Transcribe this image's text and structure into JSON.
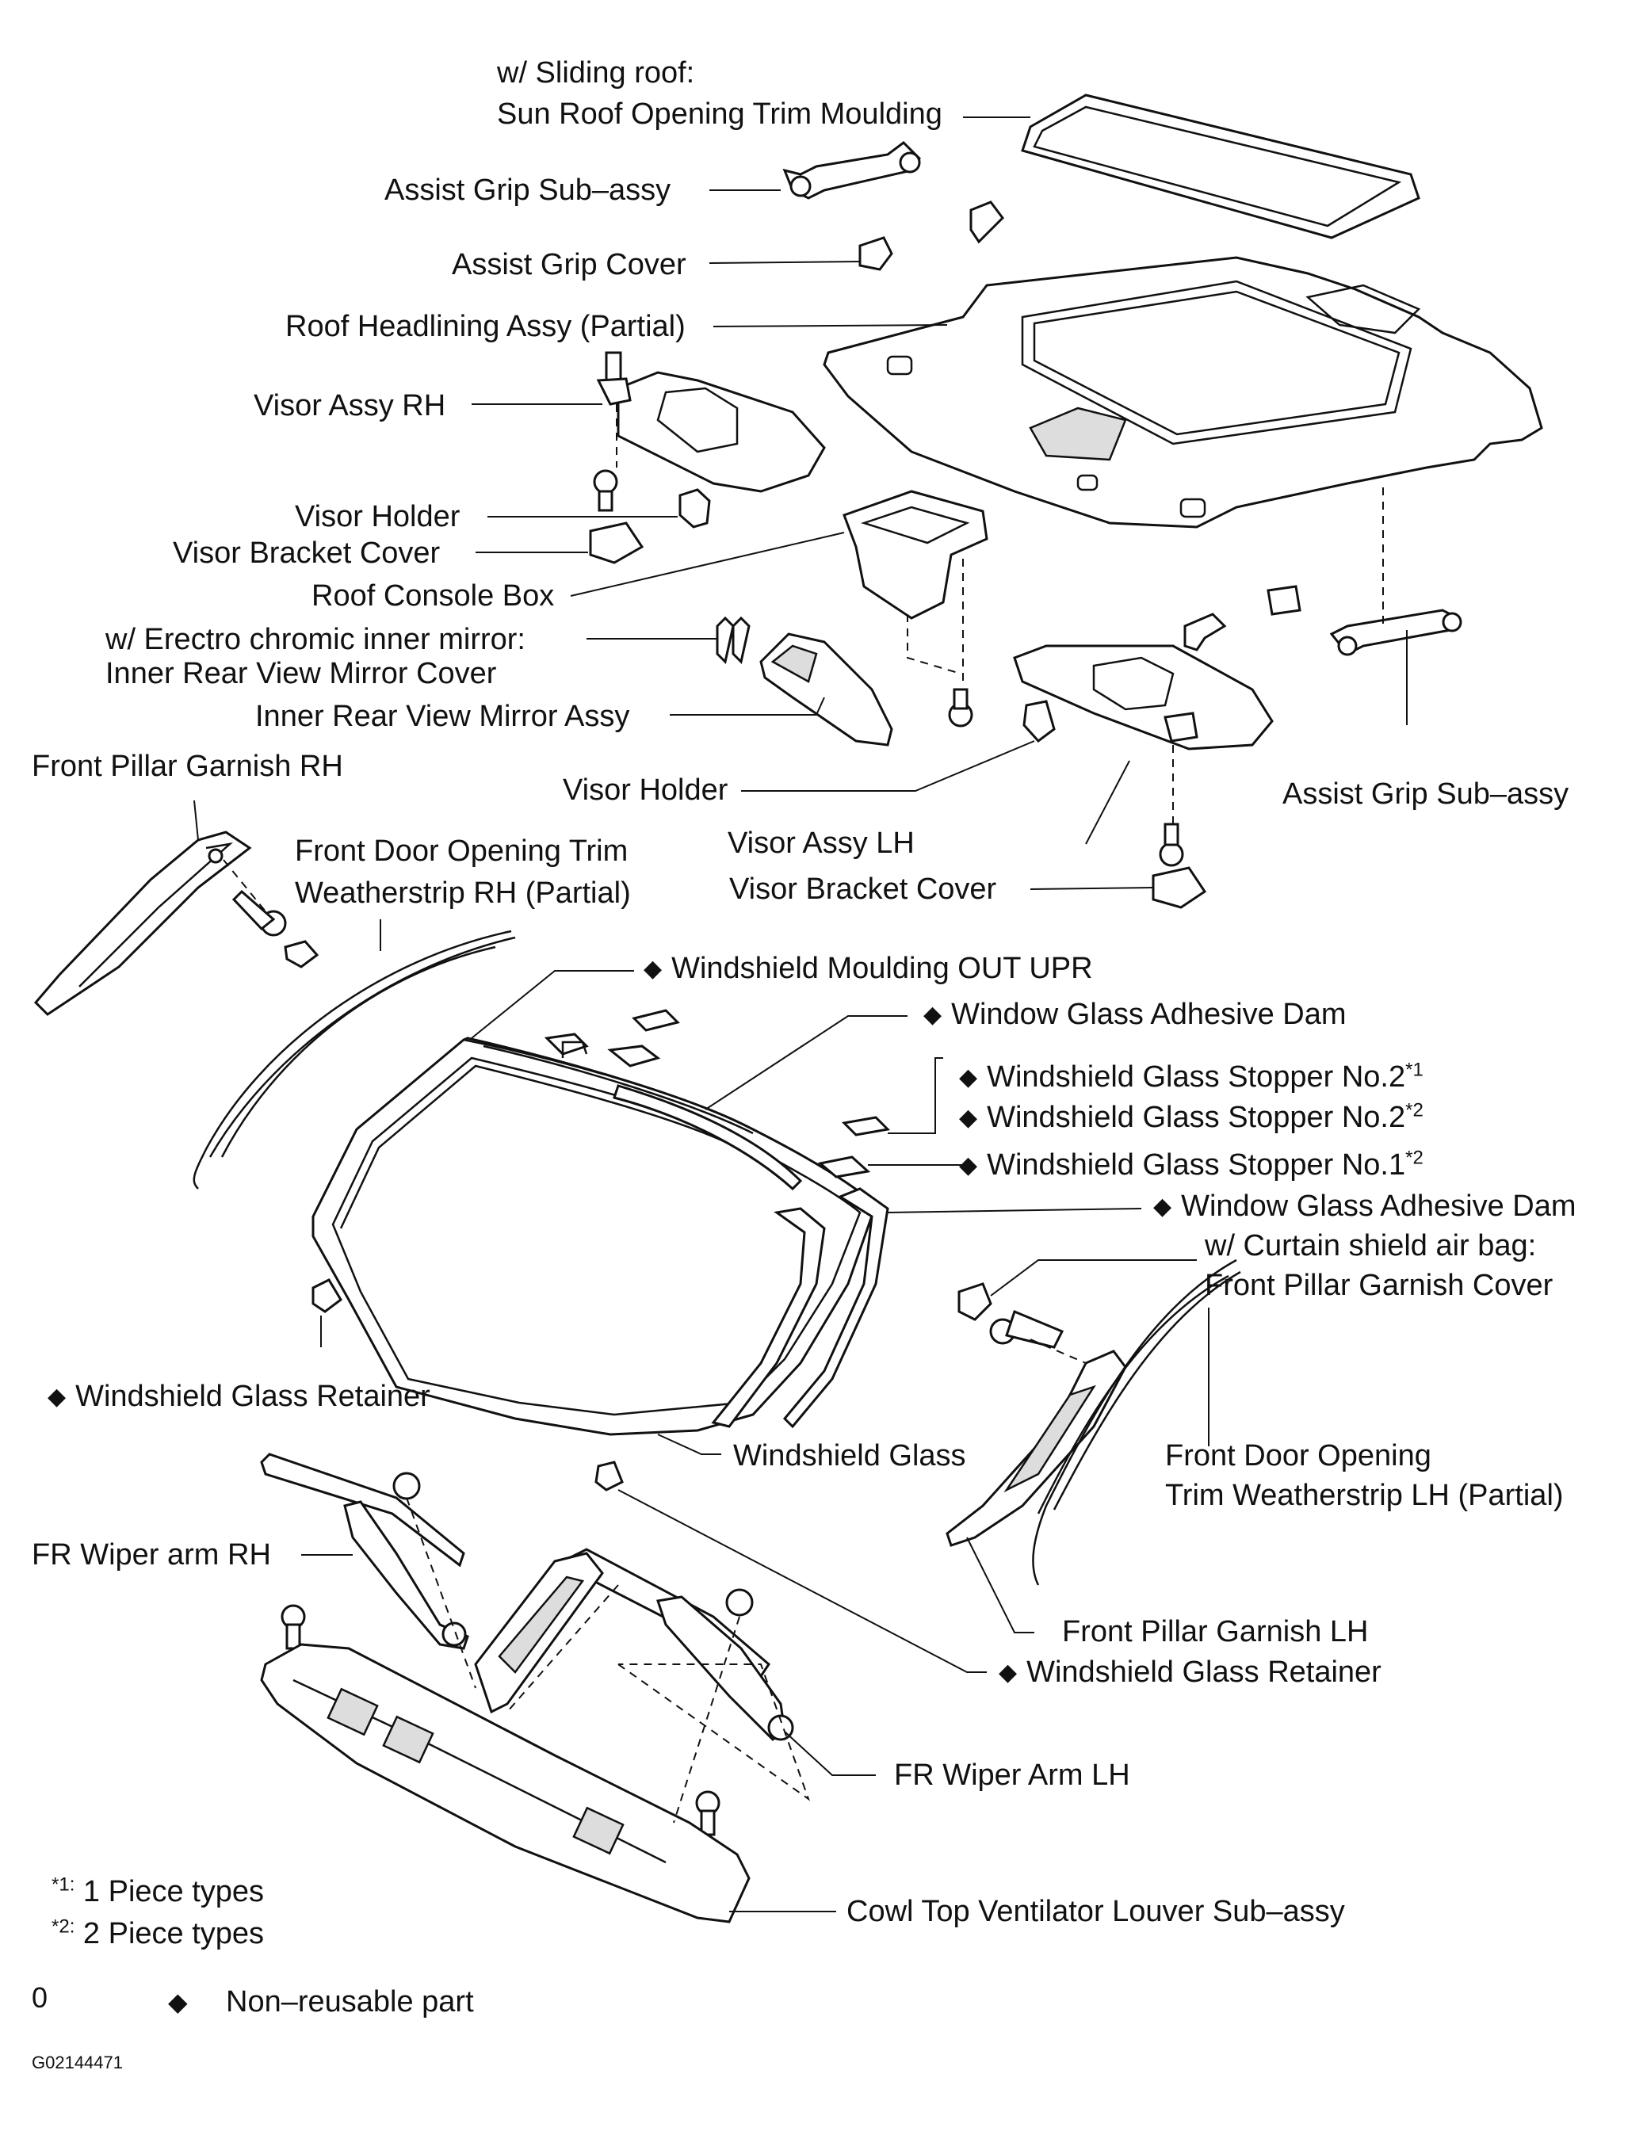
{
  "labels": {
    "sliding_roof_cond": "w/ Sliding roof:",
    "sun_roof_moulding": "Sun Roof Opening Trim Moulding",
    "assist_grip_top": "Assist Grip Sub–assy",
    "assist_grip_cover": "Assist Grip Cover",
    "roof_headlining": "Roof Headlining Assy (Partial)",
    "visor_rh": "Visor Assy RH",
    "visor_holder_top": "Visor Holder",
    "visor_bracket_cover_top": "Visor Bracket Cover",
    "roof_console_box": "Roof Console Box",
    "electro_cond": "w/ Erectro chromic inner mirror:",
    "inner_mirror_cover": "Inner Rear View Mirror Cover",
    "inner_mirror_assy": "Inner Rear View Mirror Assy",
    "front_pillar_rh": "Front Pillar Garnish RH",
    "visor_holder_mid": "Visor Holder",
    "assist_grip_right": "Assist Grip Sub–assy",
    "door_weatherstrip_rh_1": "Front Door Opening Trim",
    "door_weatherstrip_rh_2": "Weatherstrip RH (Partial)",
    "visor_lh": "Visor Assy LH",
    "visor_bracket_cover_mid": "Visor Bracket Cover",
    "windshield_moulding": "Windshield Moulding OUT UPR",
    "adhesive_dam_1": "Window Glass Adhesive Dam",
    "stopper_no2_1": "Windshield Glass Stopper No.2",
    "stopper_no2_2": "Windshield Glass Stopper No.2",
    "stopper_no1": "Windshield Glass Stopper No.1",
    "adhesive_dam_2": "Window Glass Adhesive Dam",
    "curtain_cond": "w/ Curtain shield air bag:",
    "pillar_cover": "Front Pillar Garnish Cover",
    "glass_retainer_left": "Windshield Glass Retainer",
    "windshield_glass": "Windshield Glass",
    "door_weatherstrip_lh_1": "Front Door Opening",
    "door_weatherstrip_lh_2": "Trim Weatherstrip LH (Partial)",
    "wiper_rh": "FR Wiper arm RH",
    "front_pillar_lh": "Front Pillar Garnish LH",
    "glass_retainer_right": "Windshield Glass Retainer",
    "wiper_lh": "FR Wiper Arm LH",
    "cowl_louver": "Cowl Top Ventilator Louver Sub–assy"
  },
  "footnotes": {
    "sup1": "*1",
    "sup2": "*2",
    "note1_mark": "*1:",
    "note1_text": " 1 Piece types",
    "note2_mark": "*2:",
    "note2_text": " 2 Piece types",
    "legend_zero": "0",
    "legend_symbol": "◆",
    "legend_text": "Non–reusable part",
    "figure_id": "G02144471"
  },
  "symbols": {
    "non_reusable": "◆"
  }
}
